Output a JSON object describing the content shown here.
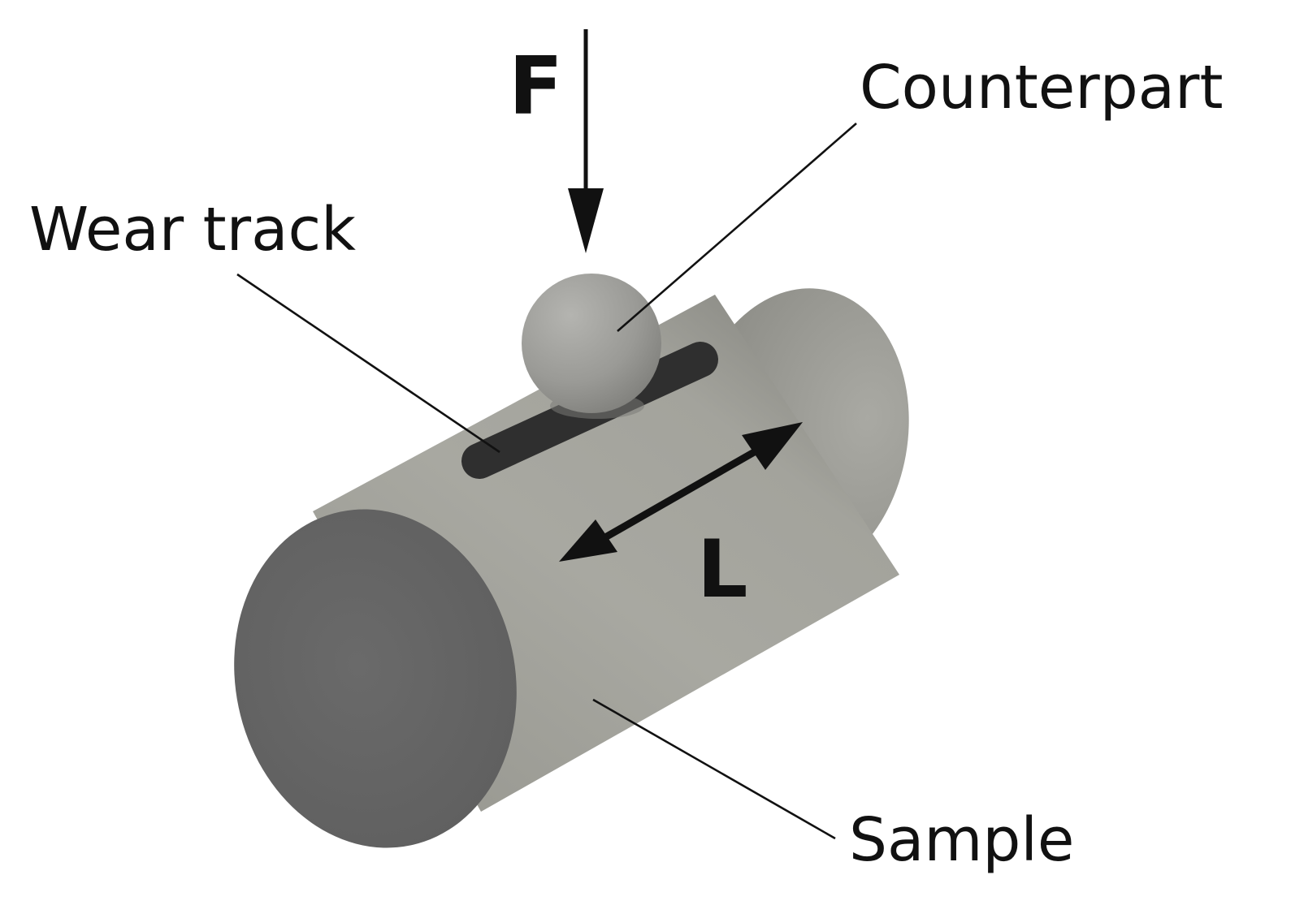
{
  "labels": {
    "force": "F",
    "counterpart": "Counterpart",
    "wear_track": "Wear track",
    "length": "L",
    "sample": "Sample"
  },
  "colors": {
    "background": "#ffffff",
    "cylinder_body": "#a4a49d",
    "cylinder_end_face": "#666666",
    "wear_track": "#2f2f2f",
    "ball": "#9a9a96",
    "ink": "#111111"
  }
}
